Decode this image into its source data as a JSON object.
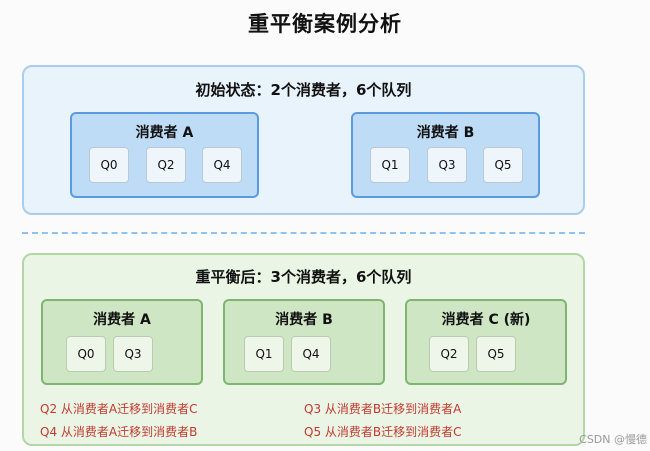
{
  "title": "重平衡案例分析",
  "before": {
    "title": "初始状态：2个消费者，6个队列",
    "consumers": [
      {
        "name": "消费者 A",
        "queues": [
          "Q0",
          "Q2",
          "Q4"
        ]
      },
      {
        "name": "消费者 B",
        "queues": [
          "Q1",
          "Q3",
          "Q5"
        ]
      }
    ]
  },
  "after": {
    "title": "重平衡后：3个消费者，6个队列",
    "consumers": [
      {
        "name": "消费者 A",
        "queues": [
          "Q0",
          "Q3"
        ]
      },
      {
        "name": "消费者 B",
        "queues": [
          "Q1",
          "Q4"
        ]
      },
      {
        "name": "消费者 C (新)",
        "queues": [
          "Q2",
          "Q5"
        ]
      }
    ],
    "migrations": [
      "Q2 从消费者A迁移到消费者C",
      "Q3 从消费者B迁移到消费者A",
      "Q4 从消费者A迁移到消费者B",
      "Q5 从消费者B迁移到消费者C"
    ]
  },
  "colors": {
    "before_panel": "#e8f3fc",
    "before_consumer": "#bfdcf6",
    "after_panel": "#eaf5e6",
    "after_consumer": "#cfe6c5",
    "migration_text": "#c2392e"
  },
  "watermark": "CSDN @慢德"
}
